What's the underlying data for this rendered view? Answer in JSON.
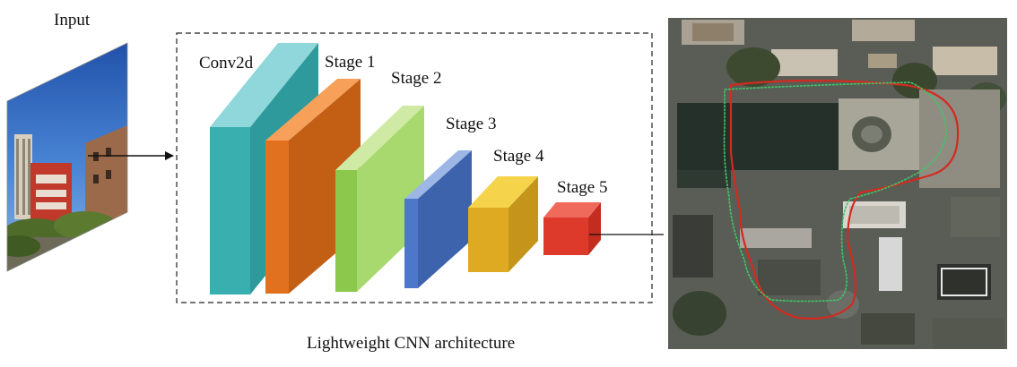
{
  "input_label": "Input",
  "caption": "Lightweight CNN architecture",
  "layers": [
    {
      "label": "Conv2d",
      "front": "#3aafb0",
      "top": "#8fd7da",
      "side": "#2e9a9c"
    },
    {
      "label": "Stage 1",
      "front": "#e2711f",
      "top": "#f6a05a",
      "side": "#c35f15"
    },
    {
      "label": "Stage 2",
      "front": "#8cc84b",
      "top": "#cfeaa4",
      "side": "#a8d96e"
    },
    {
      "label": "Stage 3",
      "front": "#4d78c9",
      "top": "#9cb6e6",
      "side": "#3d63ad"
    },
    {
      "label": "Stage 4",
      "front": "#deaa22",
      "top": "#f5d34a",
      "side": "#c4951a"
    },
    {
      "label": "Stage 5",
      "front": "#de3a2c",
      "top": "#f06a5c",
      "side": "#c22d20"
    }
  ]
}
